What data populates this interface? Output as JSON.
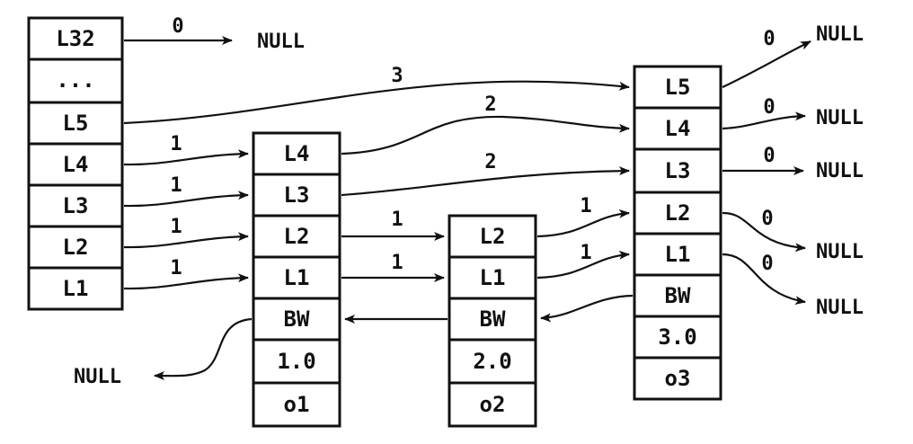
{
  "header": {
    "cells": [
      "L32",
      "...",
      "L5",
      "L4",
      "L3",
      "L2",
      "L1"
    ]
  },
  "nodes": [
    {
      "levels": [
        "L4",
        "L3",
        "L2",
        "L1"
      ],
      "backward": "BW",
      "score": "1.0",
      "object": "o1"
    },
    {
      "levels": [
        "L2",
        "L1"
      ],
      "backward": "BW",
      "score": "2.0",
      "object": "o2"
    },
    {
      "levels": [
        "L5",
        "L4",
        "L3",
        "L2",
        "L1"
      ],
      "backward": "BW",
      "score": "3.0",
      "object": "o3"
    }
  ],
  "null_label": "NULL",
  "spans": {
    "header_L32": "0",
    "header_L5": "3",
    "header_L4": "1",
    "header_L3": "1",
    "header_L2": "1",
    "header_L1": "1",
    "o1_L4": "2",
    "o1_L3": "2",
    "o1_L2": "1",
    "o1_L1": "1",
    "o2_L2": "1",
    "o2_L1": "1",
    "o3_L5": "0",
    "o3_L4": "0",
    "o3_L3": "0",
    "o3_L2": "0",
    "o3_L1": "0"
  }
}
